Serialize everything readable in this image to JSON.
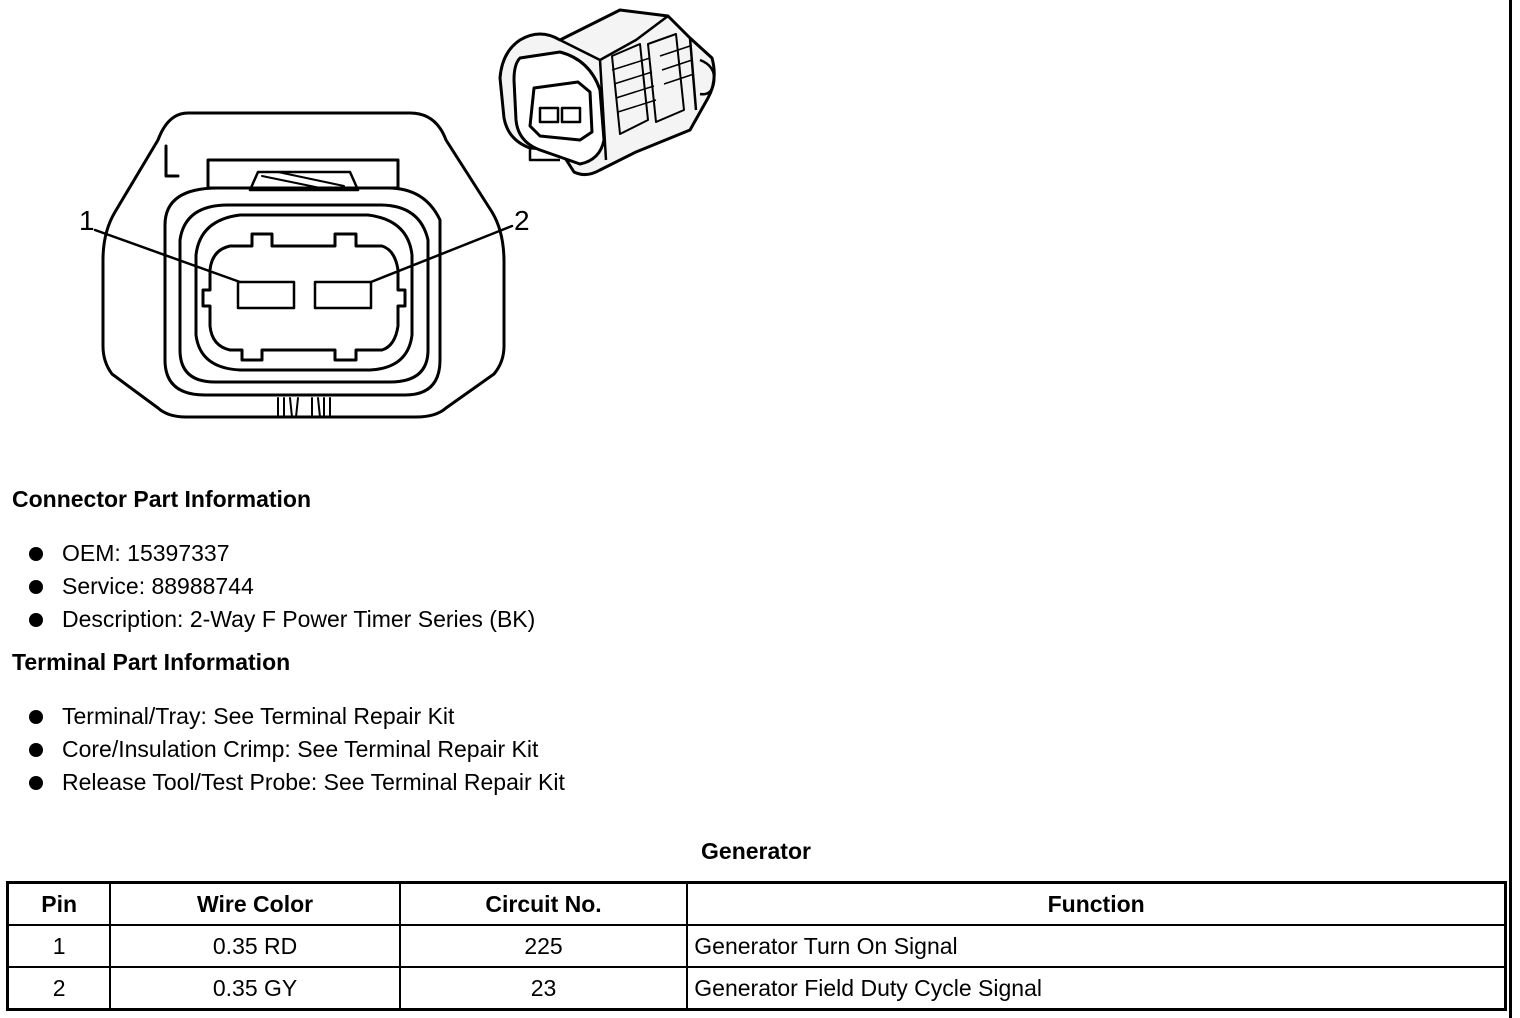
{
  "diagram": {
    "pin_labels": [
      "1",
      "2"
    ]
  },
  "connector_section": {
    "heading": "Connector Part Information",
    "items": [
      "OEM: 15397337",
      "Service: 88988744",
      "Description: 2-Way F Power Timer Series (BK)"
    ]
  },
  "terminal_section": {
    "heading": "Terminal Part Information",
    "items": [
      "Terminal/Tray: See Terminal Repair Kit",
      "Core/Insulation Crimp: See Terminal Repair Kit",
      "Release Tool/Test Probe: See Terminal Repair Kit"
    ]
  },
  "table": {
    "caption": "Generator",
    "columns": [
      "Pin",
      "Wire Color",
      "Circuit No.",
      "Function"
    ],
    "rows": [
      [
        "1",
        "0.35 RD",
        "225",
        "Generator Turn On Signal"
      ],
      [
        "2",
        "0.35 GY",
        "23",
        "Generator Field Duty Cycle Signal"
      ]
    ]
  }
}
